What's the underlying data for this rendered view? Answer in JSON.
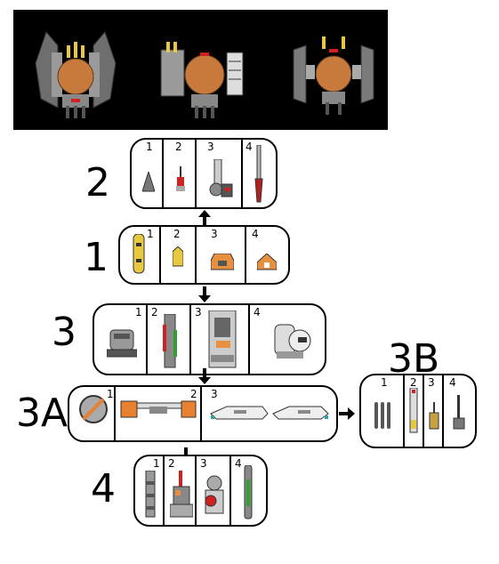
{
  "tiers": {
    "t2": {
      "label": "2",
      "slots": [
        "1",
        "2",
        "3",
        "4"
      ]
    },
    "t1": {
      "label": "1",
      "slots": [
        "1",
        "2",
        "3",
        "4"
      ]
    },
    "t3": {
      "label": "3",
      "slots": [
        "1",
        "2",
        "3",
        "4"
      ]
    },
    "t3a": {
      "label": "3A",
      "slots": [
        "1",
        "2",
        "3"
      ]
    },
    "t3b": {
      "label": "3B",
      "slots": [
        "1",
        "2",
        "3",
        "4"
      ]
    },
    "t4": {
      "label": "4",
      "slots": [
        "1",
        "2",
        "3",
        "4"
      ]
    }
  },
  "icons": {
    "banner": [
      "ship-wide-wings-icon",
      "ship-side-pods-icon",
      "ship-angled-wings-icon"
    ]
  },
  "colors": {
    "banner_bg": "#000000",
    "hull_orange": "#c87a3c",
    "metal_gray": "#8c8c8c",
    "engine_yellow": "#e8c840",
    "accent_red": "#d02020"
  }
}
